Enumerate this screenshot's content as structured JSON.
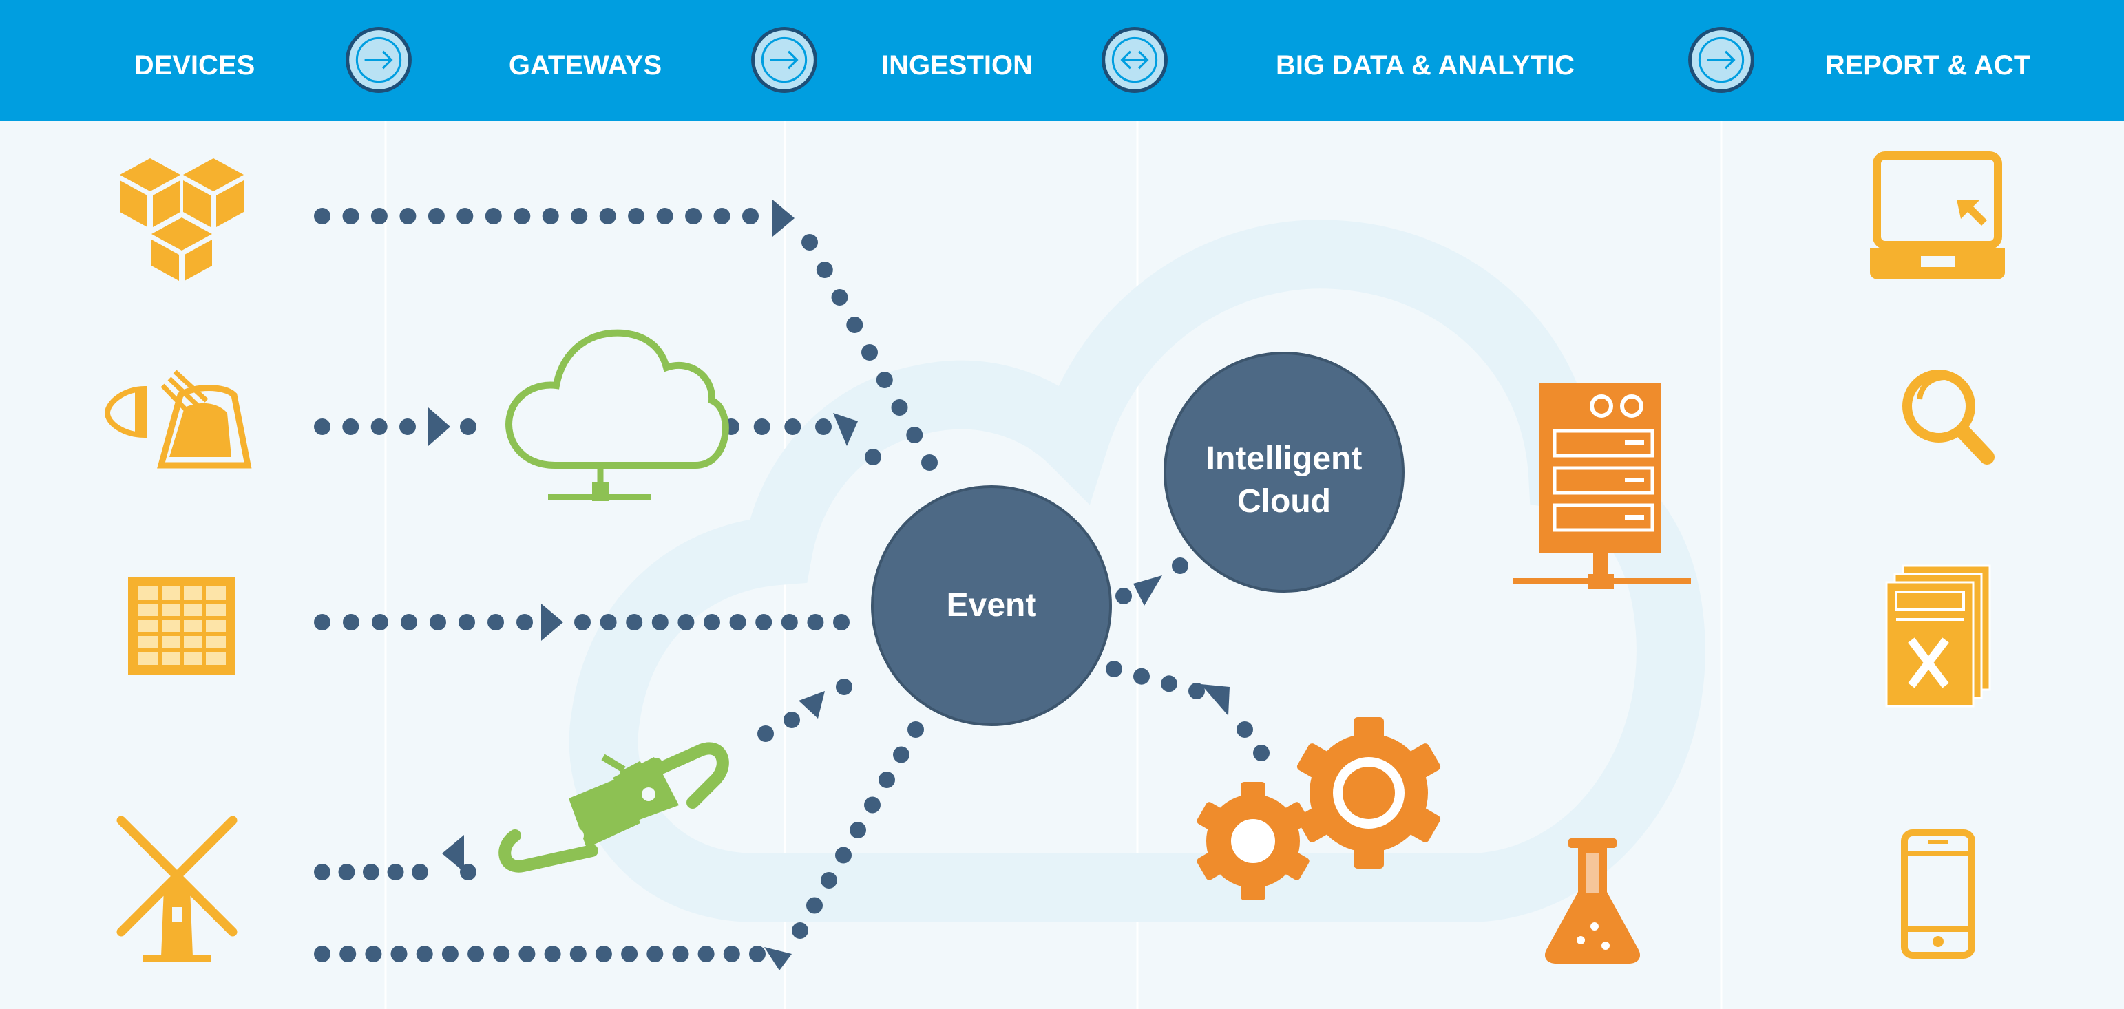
{
  "header": {
    "stages": [
      {
        "label": "DEVICES"
      },
      {
        "label": "GATEWAYS"
      },
      {
        "label": "INGESTION"
      },
      {
        "label": "BIG DATA & ANALYTIC"
      },
      {
        "label": "REPORT & ACT"
      }
    ],
    "arrows": [
      "arrow-right-icon",
      "arrow-right-icon",
      "arrow-left-right-icon",
      "arrow-right-icon"
    ]
  },
  "nodes": {
    "event": "Event",
    "intelligent_cloud_line1": "Intelligent",
    "intelligent_cloud_line2": "Cloud"
  },
  "devices": [
    "cubes-icon",
    "traffic-light-icon",
    "solar-panel-icon",
    "windmill-icon"
  ],
  "gateways": [
    "cloud-network-icon",
    "plug-connector-icon"
  ],
  "analytics": [
    "server-icon",
    "gears-icon",
    "flask-icon"
  ],
  "reports": [
    "laptop-icon",
    "magnifier-icon",
    "excel-document-icon",
    "smartphone-icon"
  ],
  "colors": {
    "header": "#009ee0",
    "background": "#f2f8fb",
    "device": "#f6b12e",
    "gateway": "#8dc153",
    "analytic": "#ef8c2c",
    "node": "#4d6985",
    "flow": "#3f5e7e"
  }
}
